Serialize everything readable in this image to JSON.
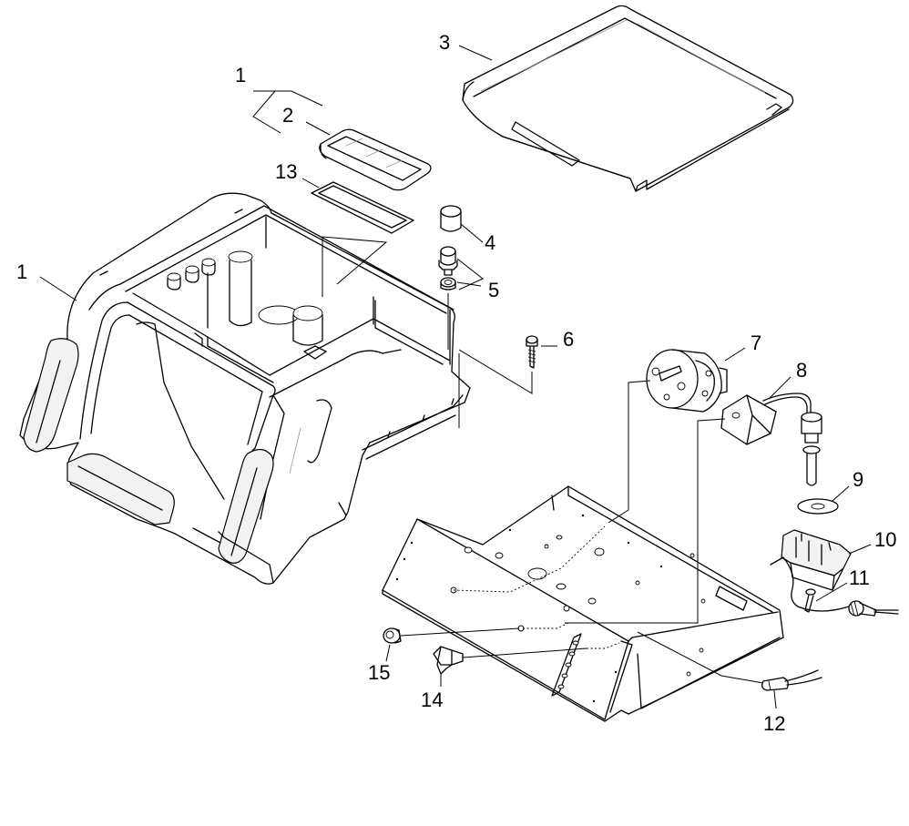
{
  "callouts": {
    "c1a": "1",
    "c2": "2",
    "c3": "3",
    "c13": "13",
    "c1b": "1",
    "c4": "4",
    "c5": "5",
    "c6": "6",
    "c7": "7",
    "c8": "8",
    "c9": "9",
    "c10": "10",
    "c11": "11",
    "c12": "12",
    "c14": "14",
    "c15": "15"
  }
}
